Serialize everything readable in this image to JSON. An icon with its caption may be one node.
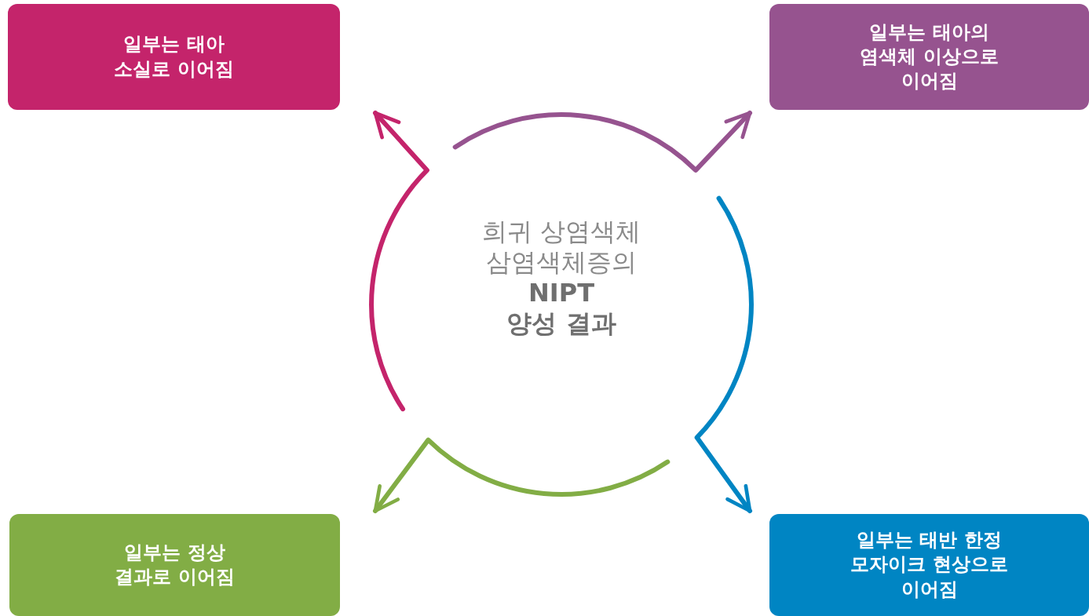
{
  "diagram": {
    "nodes": [
      {
        "text": [
          "일부는 태아 소실로 이어짐"
        ]
      },
      {
        "text": [
          "일부는 태아의 염색체 이상으로 이어짐"
        ]
      },
      {
        "text": [
          "일부는 정상 결과로 이어짐"
        ]
      },
      {
        "text": [
          "일부는 태반 한정 모자이크 현상으로 이어짐"
        ]
      }
    ],
    "edges": [
      {
        "from": null,
        "to": 0,
        "arrow": "to",
        "color": "#c4246b"
      },
      {
        "from": null,
        "to": 1,
        "arrow": "to",
        "color": "#96538f"
      },
      {
        "from": null,
        "to": 2,
        "arrow": "to",
        "color": "#82ad45"
      },
      {
        "from": null,
        "to": 3,
        "arrow": "to",
        "color": "#0085c3"
      }
    ],
    "labels": [
      "희귀 상염색체 삼염색체증의",
      "NIPT 양성 결과"
    ]
  }
}
